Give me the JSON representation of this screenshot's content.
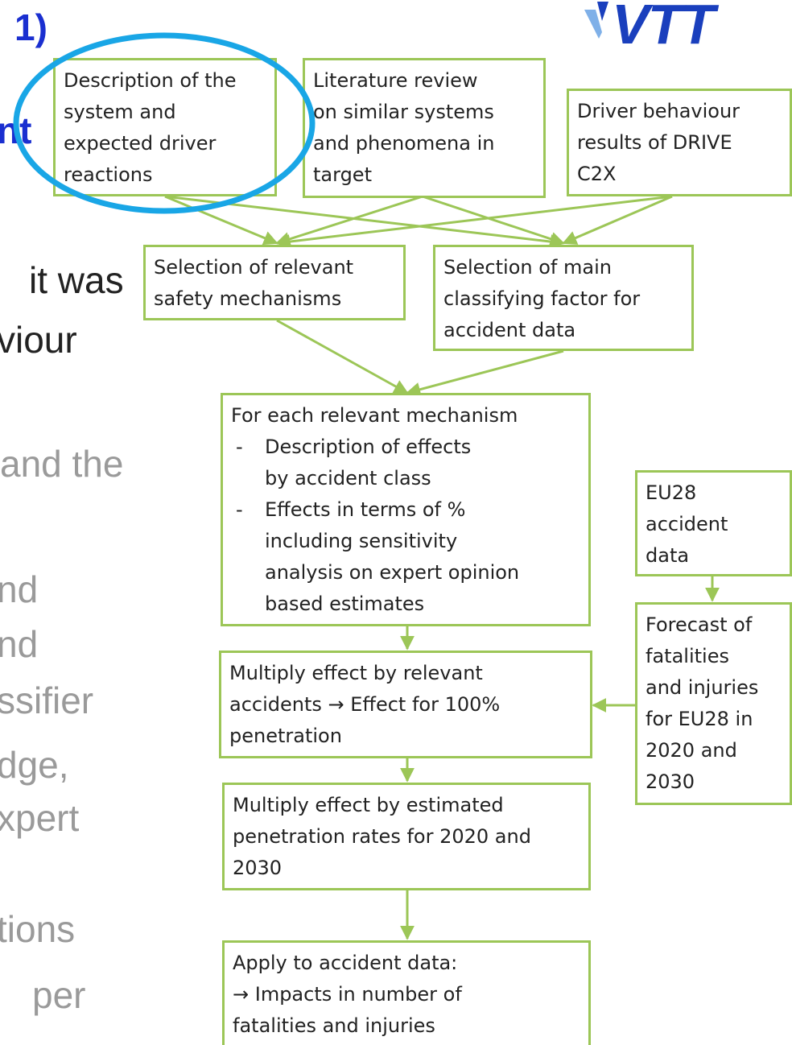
{
  "slide": {
    "heading_fragments": [
      "1)",
      "nt"
    ],
    "body_fragments": [
      "it was",
      "viour",
      "and the",
      "nd",
      "nd",
      "ssifier",
      "dge,",
      "xpert",
      "tions",
      "per"
    ]
  },
  "logo": {
    "text": "VTT",
    "color": "#1a3fbd"
  },
  "highlight": {
    "color": "#19a6e6"
  },
  "diagram": {
    "line_color": "#9cc657",
    "boxes": {
      "description": [
        "Description of the",
        "system and",
        "expected driver",
        "reactions"
      ],
      "literature": [
        "Literature review",
        "on similar systems",
        "and phenomena in",
        "target"
      ],
      "driver_behaviour": [
        "Driver behaviour",
        "results of DRIVE",
        "C2X"
      ],
      "selection_safety": [
        "Selection of relevant",
        "safety mechanisms"
      ],
      "selection_classifying": [
        "Selection of main",
        "classifying factor for",
        "accident data"
      ],
      "each_mechanism": {
        "title": "For each relevant mechanism",
        "items": [
          "Description of effects by accident class",
          "Effects in terms of % including sensitivity analysis on expert opinion based estimates"
        ]
      },
      "eu28_data": [
        "EU28",
        "accident",
        "data"
      ],
      "forecast": [
        "Forecast of",
        "fatalities",
        "and injuries",
        "for EU28 in",
        "2020 and",
        "2030"
      ],
      "multiply_100": [
        "Multiply effect by relevant",
        "accidents → Effect for 100%",
        "penetration"
      ],
      "multiply_rates": [
        "Multiply effect by estimated",
        "penetration rates for 2020 and",
        "2030"
      ],
      "apply": [
        "Apply to accident data:",
        "→ Impacts in number of",
        "fatalities and injuries"
      ]
    }
  }
}
